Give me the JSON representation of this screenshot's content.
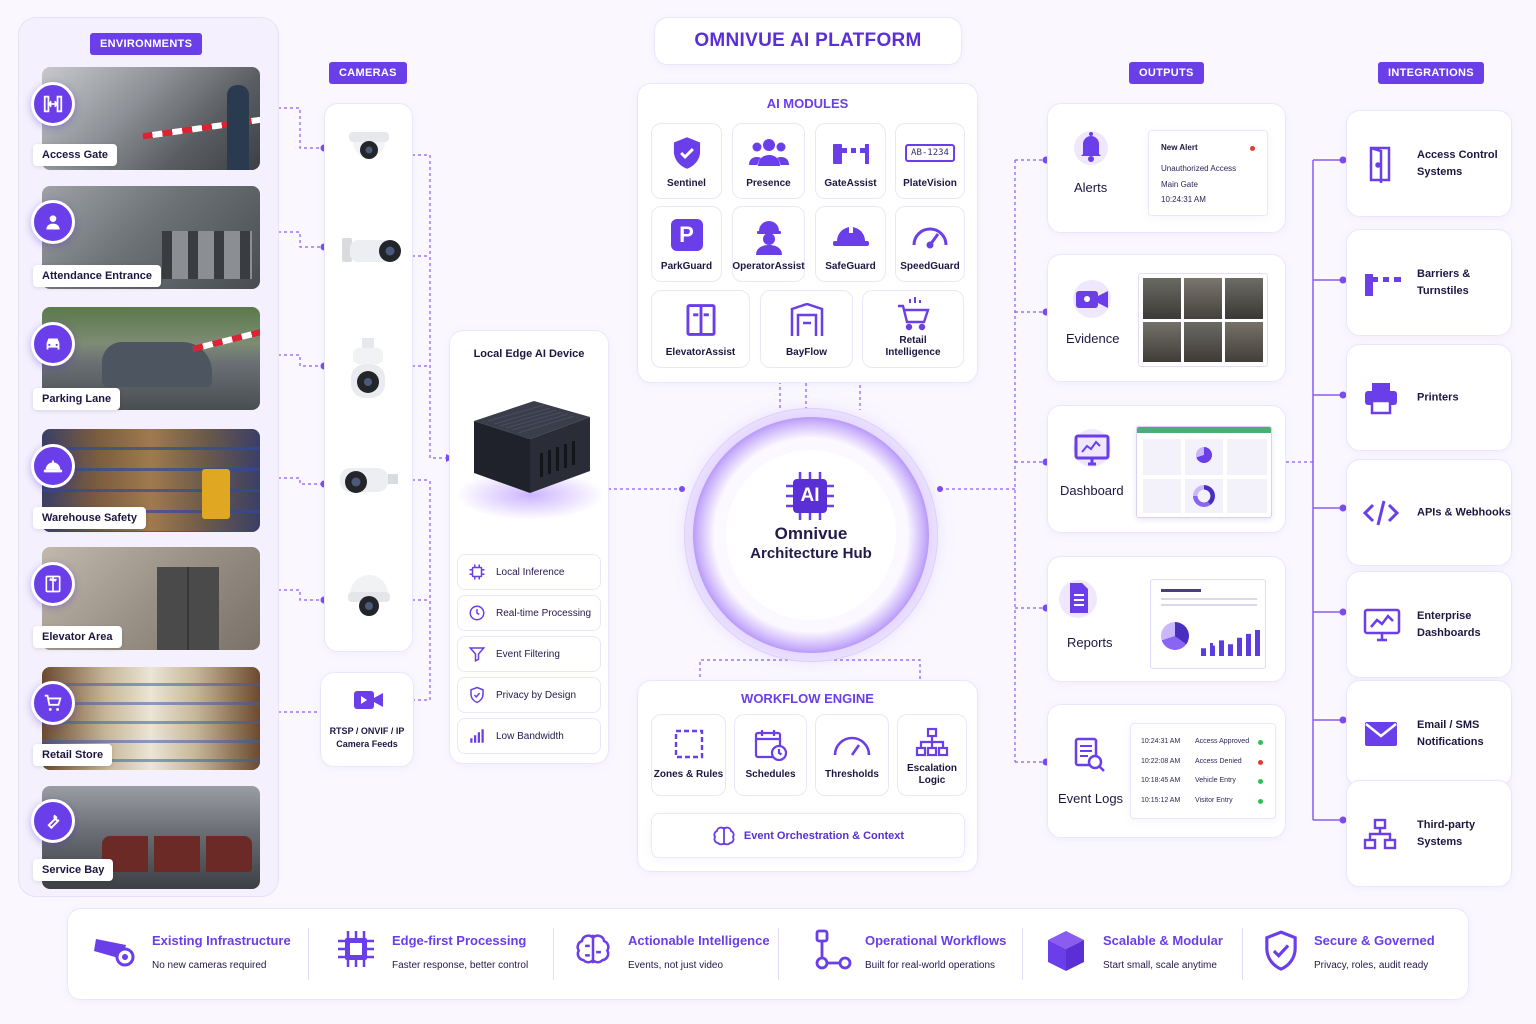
{
  "title": "OMNIVUE AI PLATFORM",
  "sections": {
    "environments": "ENVIRONMENTS",
    "cameras": "CAMERAS",
    "outputs": "OUTPUTS",
    "integrations": "INTEGRATIONS",
    "ai_modules": "AI MODULES",
    "workflow_engine": "WORKFLOW ENGINE"
  },
  "environments": [
    {
      "label": "Access Gate",
      "icon": "turnstile-icon"
    },
    {
      "label": "Attendance Entrance",
      "icon": "person-icon"
    },
    {
      "label": "Parking Lane",
      "icon": "car-icon"
    },
    {
      "label": "Warehouse Safety",
      "icon": "hard-hat-icon"
    },
    {
      "label": "Elevator Area",
      "icon": "elevator-icon"
    },
    {
      "label": "Retail Store",
      "icon": "cart-icon"
    },
    {
      "label": "Service Bay",
      "icon": "wrench-icon"
    }
  ],
  "camera_feeds": "RTSP / ONVIF / IP Camera Feeds",
  "edge_device": {
    "title": "Local Edge AI Device",
    "features": [
      {
        "label": "Local Inference",
        "icon": "chip-icon"
      },
      {
        "label": "Real-time Processing",
        "icon": "clock-icon"
      },
      {
        "label": "Event Filtering",
        "icon": "filter-icon"
      },
      {
        "label": "Privacy by Design",
        "icon": "shield-check-icon"
      },
      {
        "label": "Low Bandwidth",
        "icon": "signal-bars-icon"
      }
    ]
  },
  "ai_modules": [
    {
      "label": "Sentinel",
      "icon": "shield-icon"
    },
    {
      "label": "Presence",
      "icon": "people-icon"
    },
    {
      "label": "GateAssist",
      "icon": "barrier-icon"
    },
    {
      "label": "PlateVision",
      "icon": "license-plate-icon",
      "plate": "AB-1234"
    },
    {
      "label": "ParkGuard",
      "icon": "parking-icon"
    },
    {
      "label": "OperatorAssist",
      "icon": "operator-icon"
    },
    {
      "label": "SafeGuard",
      "icon": "hard-hat-icon"
    },
    {
      "label": "SpeedGuard",
      "icon": "speedometer-icon"
    },
    {
      "label": "ElevatorAssist",
      "icon": "elevator-icon"
    },
    {
      "label": "BayFlow",
      "icon": "bay-icon"
    },
    {
      "label": "Retail Intelligence",
      "icon": "cart-icon"
    }
  ],
  "hub": {
    "chip": "AI",
    "line1": "Omnivue",
    "line2": "Architecture Hub"
  },
  "workflow": [
    {
      "label": "Zones & Rules",
      "icon": "zone-icon"
    },
    {
      "label": "Schedules",
      "icon": "calendar-icon"
    },
    {
      "label": "Thresholds",
      "icon": "gauge-icon"
    },
    {
      "label": "Escalation Logic",
      "icon": "hierarchy-icon"
    }
  ],
  "orchestration": "Event Orchestration & Context",
  "outputs": {
    "alerts": {
      "label": "Alerts",
      "popup_title": "New Alert",
      "popup_lines": [
        "Unauthorized Access",
        "Main Gate",
        "10:24:31 AM"
      ]
    },
    "evidence": {
      "label": "Evidence"
    },
    "dashboard": {
      "label": "Dashboard"
    },
    "reports": {
      "label": "Reports"
    },
    "event_logs": {
      "label": "Event Logs",
      "rows": [
        {
          "time": "10:24:31 AM",
          "event": "Access Approved",
          "status_color": "#2fbf5b"
        },
        {
          "time": "10:22:08 AM",
          "event": "Access Denied",
          "status_color": "#e53935"
        },
        {
          "time": "10:18:45 AM",
          "event": "Vehicle Entry",
          "status_color": "#2fbf5b"
        },
        {
          "time": "10:15:12 AM",
          "event": "Visitor Entry",
          "status_color": "#2fbf5b"
        }
      ]
    }
  },
  "integrations": [
    {
      "label": "Access Control Systems",
      "icon": "door-icon"
    },
    {
      "label": "Barriers & Turnstiles",
      "icon": "barrier-icon"
    },
    {
      "label": "Printers",
      "icon": "printer-icon"
    },
    {
      "label": "APIs & Webhooks",
      "icon": "code-icon"
    },
    {
      "label": "Enterprise Dashboards",
      "icon": "monitor-chart-icon"
    },
    {
      "label": "Email / SMS Notifications",
      "icon": "mail-icon"
    },
    {
      "label": "Third-party Systems",
      "icon": "hierarchy-icon"
    }
  ],
  "benefits": [
    {
      "title": "Existing Infrastructure",
      "subtitle": "No new cameras required",
      "icon": "camera-icon"
    },
    {
      "title": "Edge-first Processing",
      "subtitle": "Faster response, better control",
      "icon": "chip-icon"
    },
    {
      "title": "Actionable Intelligence",
      "subtitle": "Events, not just video",
      "icon": "brain-icon"
    },
    {
      "title": "Operational Workflows",
      "subtitle": "Built for real-world operations",
      "icon": "workflow-icon"
    },
    {
      "title": "Scalable & Modular",
      "subtitle": "Start small, scale anytime",
      "icon": "cube-icon"
    },
    {
      "title": "Secure & Governed",
      "subtitle": "Privacy, roles, audit ready",
      "icon": "shield-check-icon"
    }
  ],
  "colors": {
    "accent": "#6a3ee8",
    "background": "#faf8fe",
    "text": "#1e1640",
    "ok": "#2fbf5b",
    "alert": "#e53935"
  }
}
